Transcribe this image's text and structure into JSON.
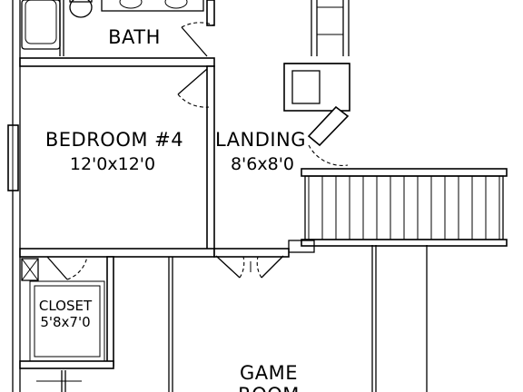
{
  "rooms": {
    "bath": {
      "name": "BATH"
    },
    "bedroom4": {
      "name": "BEDROOM #4",
      "size": "12'0x12'0"
    },
    "landing": {
      "name": "LANDING",
      "size": "8'6x8'0"
    },
    "closet": {
      "name": "CLOSET",
      "size": "5'8x7'0"
    },
    "game_room": {
      "name": "GAME",
      "name_line2": "ROOM"
    }
  },
  "colors": {
    "line": "#000000",
    "background": "#ffffff"
  }
}
